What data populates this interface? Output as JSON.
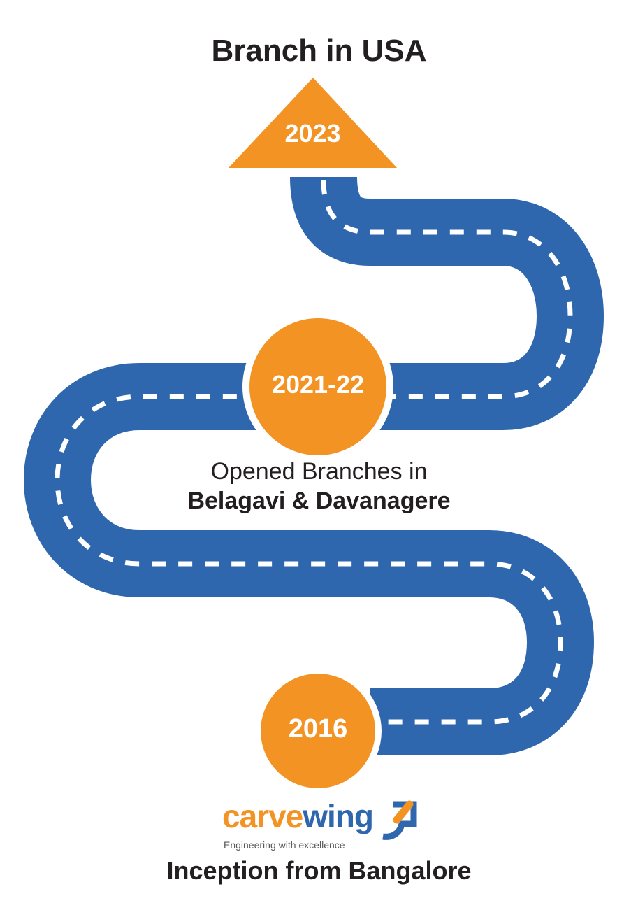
{
  "heading": "Branch in USA",
  "milestones": [
    {
      "year": "2023",
      "shape": "triangle"
    },
    {
      "year": "2021-22",
      "shape": "circle",
      "caption_line1": "Opened Branches in",
      "caption_line2": "Belagavi & Davanagere"
    },
    {
      "year": "2016",
      "shape": "circle",
      "caption": "Inception from Bangalore"
    }
  ],
  "logo": {
    "part1": "carve",
    "part2": "wing",
    "tagline": "Engineering with excellence"
  },
  "colors": {
    "road": "#2e67ae",
    "accent": "#f39324",
    "text": "#231f20"
  }
}
